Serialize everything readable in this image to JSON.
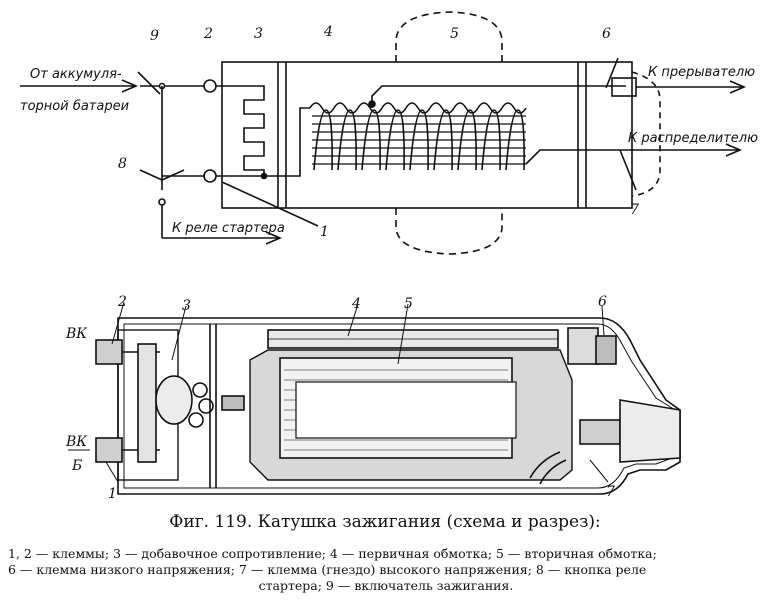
{
  "schematic": {
    "from_battery": [
      "От аккумуля-",
      "торной батареи"
    ],
    "to_breaker": "К прерывателю",
    "to_distributor": "К распределителю",
    "to_starter_relay": "К реле стартера",
    "numbers": [
      "9",
      "2",
      "3",
      "4",
      "5",
      "6",
      "8",
      "7",
      "1"
    ]
  },
  "section": {
    "vk": "ВК",
    "vk_b_top": "ВК",
    "vk_b_bottom": "Б",
    "numbers": [
      "2",
      "3",
      "4",
      "5",
      "6",
      "1",
      "7"
    ]
  },
  "caption": "Фиг. 119. Катушка зажигания (схема и разрез):",
  "legend": {
    "line1": "1, 2 — клеммы;  3 — добавочное  сопротивление;  4 — первичная  обмотка; 5 — вторичная обмотка;",
    "line2": "6 — клемма  низкого  напряжения;  7 — клемма  (гнездо)  высокого напряжения; 8 — кнопка реле",
    "line3": "стартера; 9 — включатель  зажигания."
  }
}
